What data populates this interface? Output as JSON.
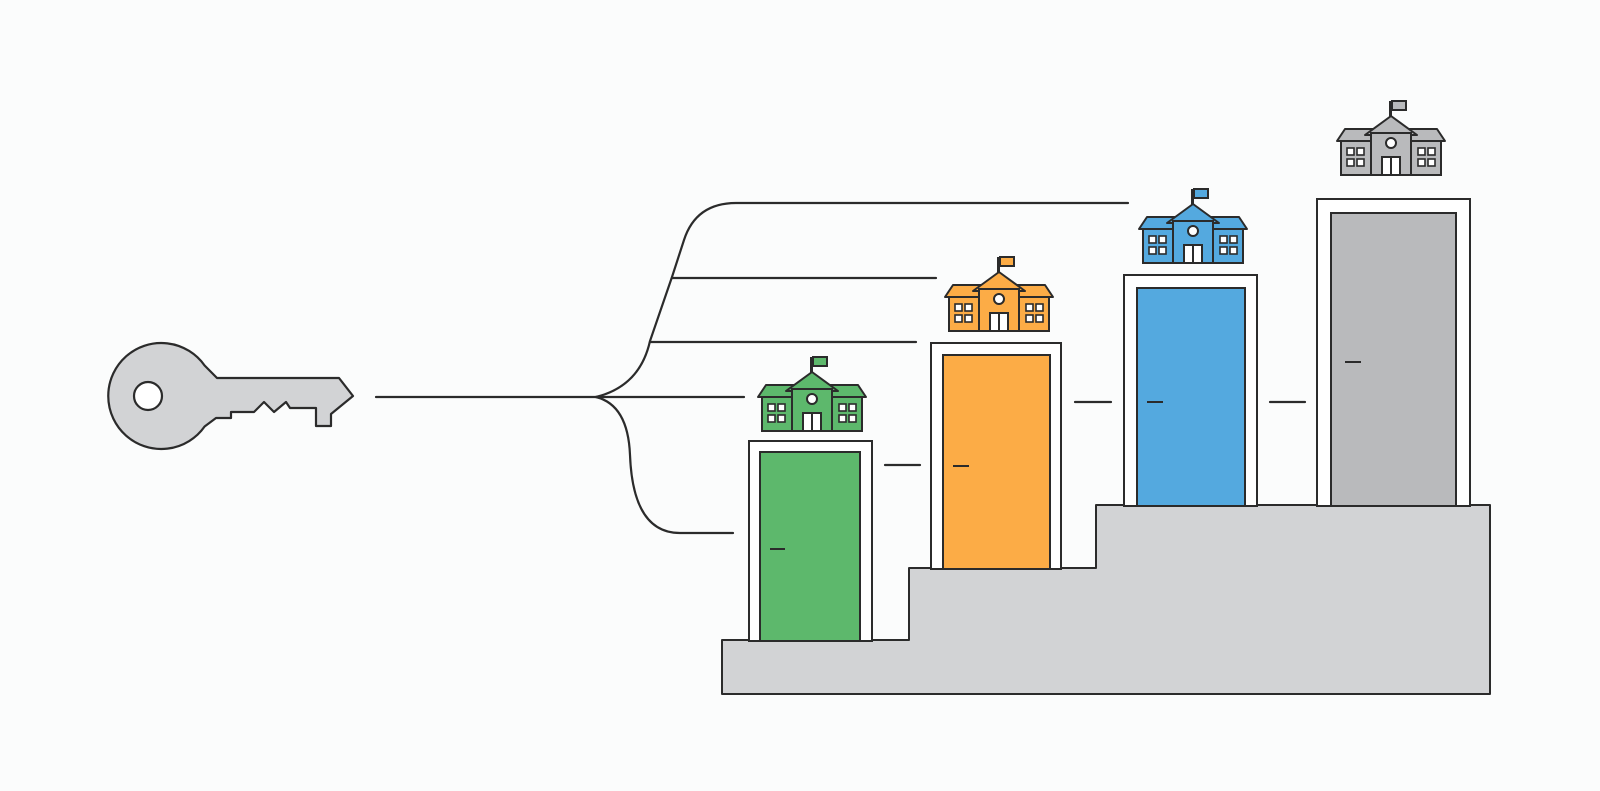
{
  "colors": {
    "background": "#fbfcfc",
    "outline": "#2b2b2b",
    "key_fill": "#d2d3d5",
    "steps_fill": "#d2d3d5",
    "door_1": "#5db86c",
    "door_2": "#fcac46",
    "door_3": "#54a9df",
    "door_4": "#b9babc"
  },
  "key": {
    "icon": "key-icon"
  },
  "doors": [
    {
      "id": "door-1",
      "color_key": "door_1",
      "icon": "school-icon"
    },
    {
      "id": "door-2",
      "color_key": "door_2",
      "icon": "school-icon"
    },
    {
      "id": "door-3",
      "color_key": "door_3",
      "icon": "school-icon"
    },
    {
      "id": "door-4",
      "color_key": "door_4",
      "icon": "school-icon"
    }
  ]
}
